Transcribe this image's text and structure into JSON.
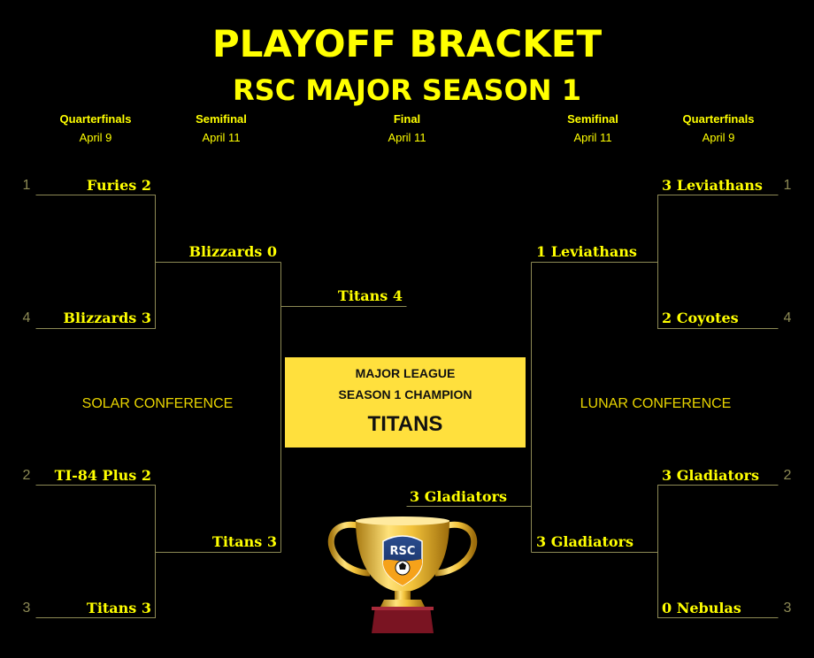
{
  "title": "PLAYOFF BRACKET",
  "subtitle": "RSC MAJOR SEASON 1",
  "rounds": {
    "left_qf": {
      "name": "Quarterfinals",
      "date": "April 9"
    },
    "left_sf": {
      "name": "Semifinal",
      "date": "April 11"
    },
    "final": {
      "name": "Final",
      "date": "April 11"
    },
    "right_sf": {
      "name": "Semifinal",
      "date": "April 11"
    },
    "right_qf": {
      "name": "Quarterfinals",
      "date": "April 9"
    }
  },
  "conferences": {
    "left": "SOLAR CONFERENCE",
    "right": "LUNAR CONFERENCE"
  },
  "left": {
    "qf": [
      {
        "seed": "1",
        "team": "Furies 2"
      },
      {
        "seed": "4",
        "team": "Blizzards 3"
      },
      {
        "seed": "2",
        "team": "TI-84 Plus 2"
      },
      {
        "seed": "3",
        "team": "Titans 3"
      }
    ],
    "sf": [
      {
        "team": "Blizzards 0"
      },
      {
        "team": "Titans 3"
      }
    ],
    "final": {
      "team": "Titans 4"
    }
  },
  "right": {
    "qf": [
      {
        "seed": "1",
        "team": "3 Leviathans"
      },
      {
        "seed": "4",
        "team": "2 Coyotes"
      },
      {
        "seed": "2",
        "team": "3 Gladiators"
      },
      {
        "seed": "3",
        "team": "0 Nebulas"
      }
    ],
    "sf": [
      {
        "team": "1 Leviathans"
      },
      {
        "team": "3 Gladiators"
      }
    ],
    "final": {
      "team": "3 Gladiators"
    }
  },
  "champion": {
    "line1": "MAJOR LEAGUE",
    "line2": "SEASON 1 CHAMPION",
    "name": "TITANS"
  },
  "trophy": {
    "label": "RSC"
  },
  "colors": {
    "accent": "#ffff00",
    "line": "#8d8a55",
    "box": "#ffe03d",
    "background": "#000000"
  }
}
